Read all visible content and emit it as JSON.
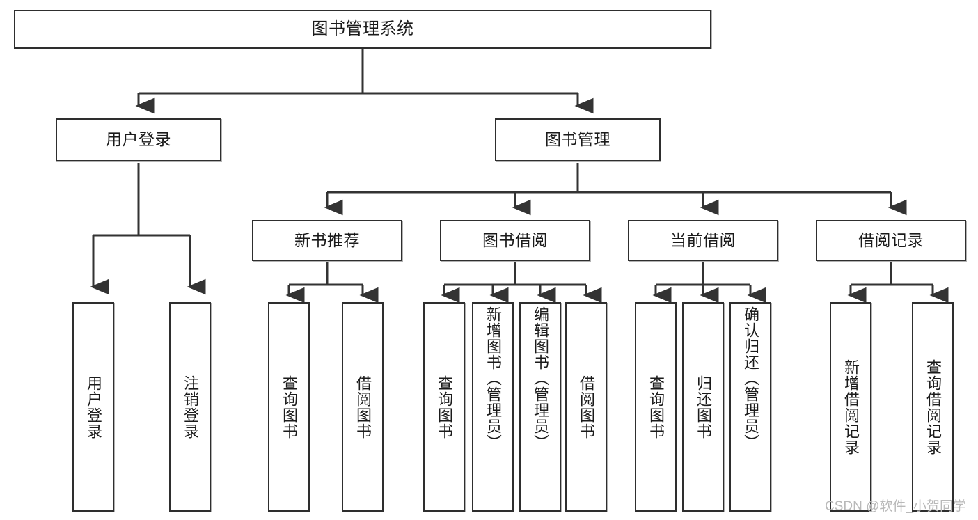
{
  "diagram": {
    "title": "图书管理系统",
    "type": "tree-hierarchy-chart",
    "watermark": "CSDN @软件_小贺同学",
    "colors": {
      "background": "#ffffff",
      "box_border": "#2e2e2e",
      "box_fill": "#ffffff",
      "connector": "#333333",
      "text": "#1b1b1b",
      "watermark": "#b9b9b9"
    },
    "levels": {
      "root": {
        "label": "图书管理系统"
      },
      "level2": [
        {
          "label": "用户登录"
        },
        {
          "label": "图书管理"
        }
      ],
      "level3": [
        {
          "label": "新书推荐"
        },
        {
          "label": "图书借阅"
        },
        {
          "label": "当前借阅"
        },
        {
          "label": "借阅记录"
        }
      ],
      "leaves": {
        "user_login": [
          {
            "label": "用户登录"
          },
          {
            "label": "注销登录"
          }
        ],
        "new_book_recommend": [
          {
            "label": "查询图书"
          },
          {
            "label": "借阅图书"
          }
        ],
        "book_borrow": [
          {
            "label": "查询图书"
          },
          {
            "label": "新增图书（管理员）"
          },
          {
            "label": "编辑图书（管理员）"
          },
          {
            "label": "借阅图书"
          }
        ],
        "current_borrow": [
          {
            "label": "查询图书"
          },
          {
            "label": "归还图书"
          },
          {
            "label": "确认归还（管理员）"
          }
        ],
        "borrow_record": [
          {
            "label": "新增借阅记录"
          },
          {
            "label": "查询借阅记录"
          }
        ]
      }
    }
  }
}
